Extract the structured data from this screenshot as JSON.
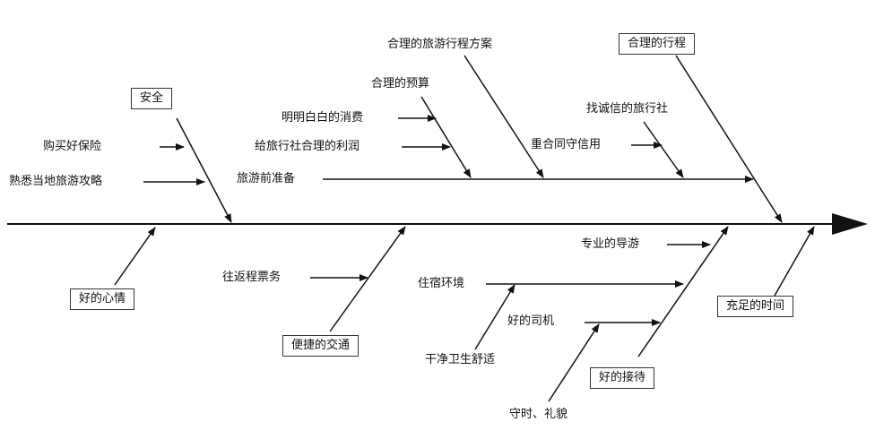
{
  "colors": {
    "line": "#111111",
    "text": "#111111",
    "box_border": "#333333",
    "background": "#ffffff"
  },
  "categories": {
    "safety": "安全",
    "itinerary": "合理的行程",
    "mood": "好的心情",
    "transport": "便捷的交通",
    "reception": "好的接待",
    "time": "充足的时间"
  },
  "causes": {
    "insurance": "购买好保险",
    "local_guide": "熟悉当地旅游攻略",
    "plan": "合理的旅游行程方案",
    "budget": "合理的预算",
    "clear_spending": "明明白白的消费",
    "agency_profit": "给旅行社合理的利润",
    "preparation": "旅游前准备",
    "honest_agency": "找诚信的旅行社",
    "contract": "重合同守信用",
    "tickets": "往返程票务",
    "pro_guide": "专业的导游",
    "lodging": "住宿环境",
    "clean": "干净卫生舒适",
    "driver": "好的司机",
    "punctual": "守时、礼貌"
  }
}
